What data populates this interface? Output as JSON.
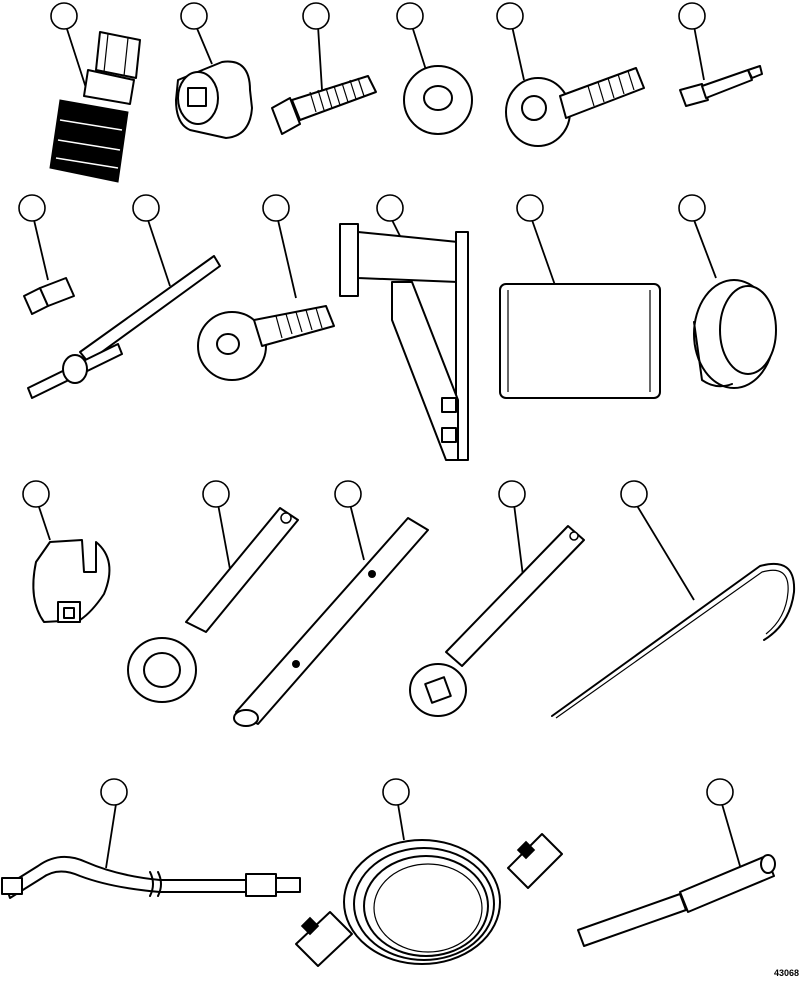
{
  "figure_id": "43068",
  "callouts": [
    "",
    "",
    "",
    "",
    "",
    "",
    "",
    "",
    "",
    "",
    "",
    "",
    "",
    "",
    "",
    "",
    "",
    "",
    "",
    "",
    ""
  ],
  "colors": {
    "line": "#000000",
    "background": "#ffffff"
  },
  "tools": [
    "quick-coupler-adapter",
    "square-drive-socket",
    "threaded-bolt",
    "flat-washer",
    "eye-bolt",
    "small-adapter-pin",
    "short-pin",
    "t-handle-rod",
    "washer-bolt",
    "angle-bracket-fixture",
    "cylinder-sleeve",
    "seal-ring",
    "open-end-wrench",
    "ring-ratchet-wrench",
    "tube-socket-bar",
    "square-socket-wrench",
    "hook-rod",
    "flexible-hose",
    "coiled-cable",
    "probe-tool"
  ]
}
